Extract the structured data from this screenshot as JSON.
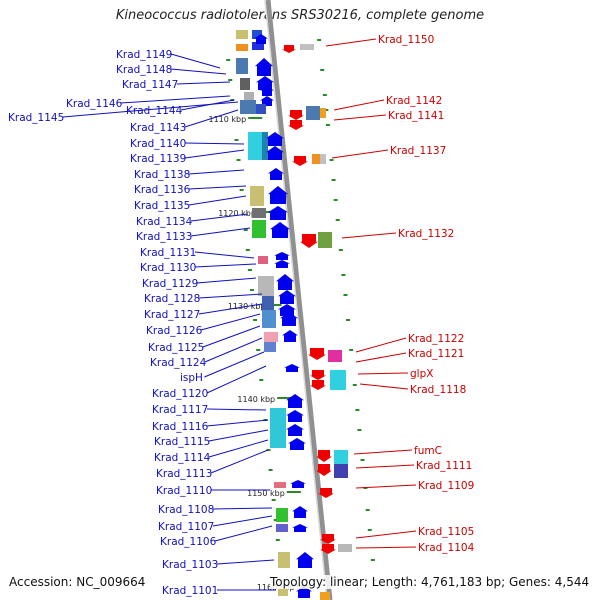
{
  "title": "Kineococcus radiotolerans SRS30216, complete genome",
  "footer": {
    "accession": "Accession: NC_009664",
    "info": "Topology: linear; Length: 4,761,183 bp; Genes: 4,544"
  },
  "colors": {
    "left_label": "#1010c0",
    "right_label": "#cc0000",
    "backbone": "#909090",
    "tick": "#2a8a2a",
    "forward_arrow": "#0000ee",
    "reverse_arrow": "#ee0000"
  },
  "scale_ticks": [
    "1110 kbp",
    "1120 kbp",
    "1130 kbp",
    "1140 kbp",
    "1150 kbp",
    "1160 kbp"
  ],
  "left_genes": [
    "Krad_1149",
    "Krad_1148",
    "Krad_1147",
    "Krad_1146",
    "Krad_1144",
    "Krad_1145",
    "Krad_1143",
    "Krad_1140",
    "Krad_1139",
    "Krad_1138",
    "Krad_1136",
    "Krad_1135",
    "Krad_1134",
    "Krad_1133",
    "Krad_1131",
    "Krad_1130",
    "Krad_1129",
    "Krad_1128",
    "Krad_1127",
    "Krad_1126",
    "Krad_1125",
    "Krad_1124",
    "ispH",
    "Krad_1120",
    "Krad_1117",
    "Krad_1116",
    "Krad_1115",
    "Krad_1114",
    "Krad_1113",
    "Krad_1110",
    "Krad_1108",
    "Krad_1107",
    "Krad_1106",
    "Krad_1103",
    "Krad_1101"
  ],
  "right_genes": [
    "Krad_1150",
    "Krad_1142",
    "Krad_1141",
    "Krad_1137",
    "Krad_1132",
    "Krad_1122",
    "Krad_1121",
    "glpX",
    "Krad_1118",
    "fumC",
    "Krad_1111",
    "Krad_1109",
    "Krad_1105",
    "Krad_1104"
  ]
}
